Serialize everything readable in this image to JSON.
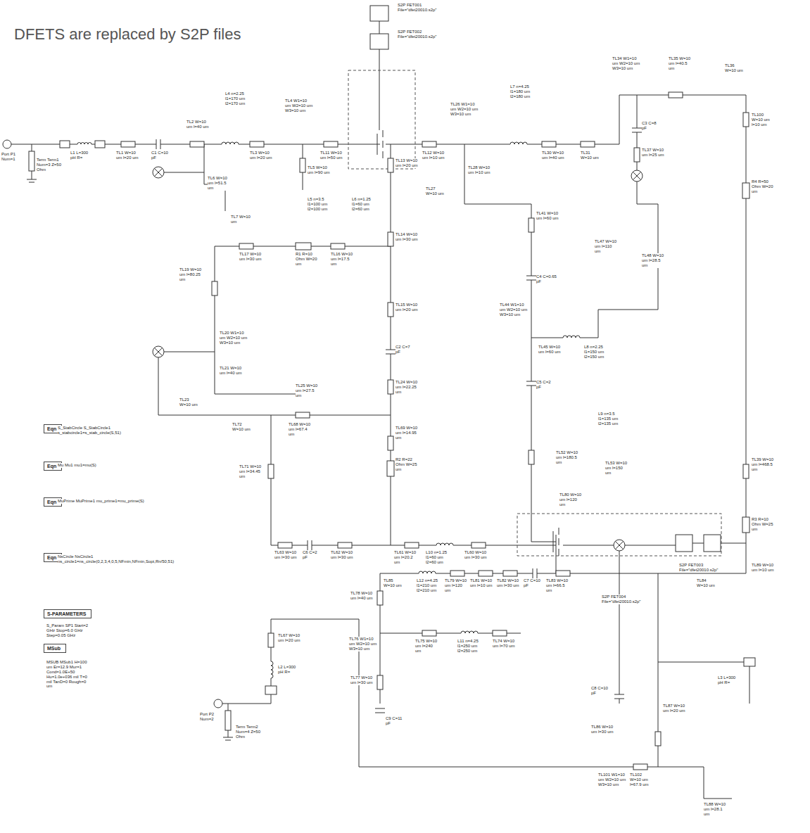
{
  "diagram": {
    "title": "DFETS are replaced by S2P files",
    "nodes": [
      {
        "text": [
          "Eqn"
        ]
      },
      {
        "text": [
          "Eqn"
        ]
      },
      {
        "text": [
          "Eqn"
        ]
      },
      {
        "text": [
          "Eqn"
        ]
      },
      {
        "text": [
          "S-PARAMETERS"
        ]
      },
      {
        "text": [
          "MSub"
        ]
      }
    ],
    "labels": [
      "Port P1 Num=1",
      "Term Term1 Num=3 Z=50 Ohm",
      "L1 L=300 pH R=",
      "TL1 W=10 um l=20 um",
      "C1 C=10 pF",
      "TL2 W=10 um l=40 um",
      "L4 n=2.25 l1=170 um l2=170 um",
      "TL4 W1=10 um W2=10 um W3=10 um",
      "TL3 W=10 um l=20 um",
      "TL11 W=10 um l=50 um",
      "TL6 W=10 um l=51.5 um",
      "TL5 W=10 um l=90 um",
      "L5 n=3.5 l1=100 um l2=100 um",
      "TL7 W=10 um",
      "TL13 W=10 um l=20 um",
      "L6 n=1.25 l1=60 um l2=60 um",
      "TL12 W=10 um l=10 um",
      "TL26 W1=10 um W2=10 um W3=10 um",
      "L7 n=4.25 l1=180 um l2=180 um",
      "TL30 W=10 um l=40 um",
      "TL31 W=10 um",
      "TL34 W1=10 um W2=10 um W3=10 um",
      "TL35 W=10 um l=40.5 um",
      "TL36 W=10 um",
      "C3 C=8 pF",
      "TL37 W=10 um l=25 um",
      "TL100 W=10 um l=10 um",
      "R4 R=50 Ohm W=20 um",
      "TL27 W=10 um",
      "TL28 W=10 um l=10 um",
      "TL14 W=10 um l=30 um",
      "TL16 W=10 um l=17.5 um",
      "R1 R=10 Ohm W=20 um",
      "TL17 W=10 um l=30 um",
      "TL19 W=10 um l=80.25 um",
      "TL20 W1=10 um W2=10 um W3=10 um",
      "TL21 W=10 um l=40 um",
      "TL15 W=10 um l=20 um",
      "C2 C=7 pF",
      "TL24 W=10 um l=22.25 um",
      "TL25 W=10 um l=27.5 um",
      "TL23 W=10 um",
      "TL41 W=10 um l=60 um",
      "C4 C=0.65 pF",
      "TL44 W1=10 um W2=10 um W3=10 um",
      "TL45 W=10 um l=60 um",
      "L8 n=2.25 l1=150 um l2=150 um",
      "C5 C=2 pF",
      "TL47 W=10 um l=110 um",
      "TL48 W=10 um l=28.5 um",
      "L9 n=3.5 l1=135 um l2=135 um",
      "TL52 W=10 um l=180.5 um",
      "TL53 W=10 um l=150 um",
      "TL72 W=10 um",
      "TL68 W=10 um l=67.4 um",
      "TL69 W=10 um l=14.95 um",
      "R2 R=22 Ohm W=25 um",
      "TL71 W=10 um l=34.45 um",
      "TL63 W=10 um l=30 um",
      "C6 C=2 pF",
      "TL62 W=10 um l=30 um",
      "TL61 W=10 um l=20.2 um",
      "L10 n=1.25 l1=60 um l2=60 um",
      "TL60 W=10 um l=30 um",
      "TL80 W=10 um l=120 um",
      "TL85 W=10 um",
      "L12 n=4.25 l1=210 um l2=210 um",
      "TL79 W=10 um l=120 um",
      "TL81 W=10 um l=10 um",
      "TL82 W=10 um l=30 um",
      "C7 C=10 pF",
      "TL83 W=10 um l=66.5 um",
      "TL84 W=10 um",
      "TL78 W=10 um l=40 um",
      "TL76 W1=10 um W2=10 um W3=10 um",
      "L11 n=4.25 l1=250 um l2=250 um",
      "TL75 W=10 um l=240 um",
      "TL74 W=10 um l=70 um",
      "TL77 W=10 um l=30 um",
      "C9 C=11 pF",
      "C8 C=10 pF",
      "TL86 W=10 um l=30 um",
      "TL87 W=10 um l=20 um",
      "TL101 W1=10 um W2=10 um W3=10 um",
      "TL102 W=10 um l=67.9 um",
      "TL88 W=10 um l=28.1 um",
      "TL89 W=10 um l=10 um",
      "R3 R=10 Ohm W=25 um",
      "TL39 W=10 um l=468.5 um",
      "TL67 W=10 um l=20 um",
      "L2 L=300 pH R=",
      "Port P2 Num=2",
      "Term Term2 Num=4 Z=50 Ohm",
      "L3 L=300 pH R=",
      "S2P FET001 File=\"dfet20010.s2p\"",
      "S2P FET002 File=\"dfet20010.s2p\"",
      "S2P FET003 File=\"dfet20010.s2p\"",
      "S2P FET004 File=\"dfet20010.s2p\"",
      "S_StabCircle S_StabCircle1 s_stabcircle1=s_stab_circle(S,51)",
      "Mu Mu1 mu1=mu(S)",
      "MuPrime MuPrime1 mu_prime1=mu_prime(S)",
      "NsCircle NsCircle1 ns_circle1=ns_circle(0,2,3,4,0,5,NFmin,NFmin,Sopt,Rn/50,51)",
      "S_Param SP1 Start=2 GHz Stop=6.0 GHz Step=0.05 GHz",
      "MSUB MSub1 H=100 um Er=12.9 Mur=1 Cond=1.0E+50 Hu=1.0e+036 mil T=0 mil TanD=0 Rough=0 um"
    ]
  }
}
